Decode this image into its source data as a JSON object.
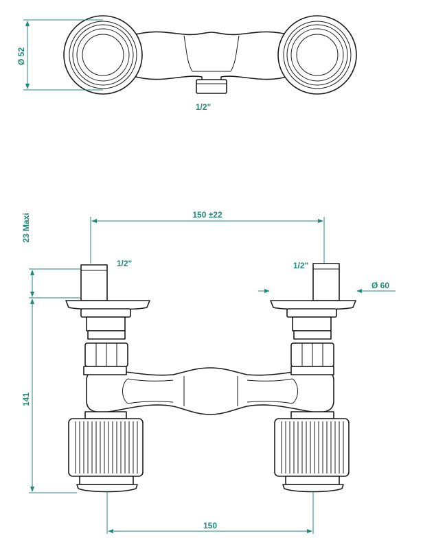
{
  "top_view": {
    "diameter_label": "Ø 52",
    "outlet_label": "1/2\""
  },
  "front_view": {
    "height_label": "23 Maxi",
    "center_distance_label": "150 ±22",
    "inlet_left_label": "1/2\"",
    "inlet_right_label": "1/2\"",
    "flange_diameter_label": "Ø 60",
    "overall_height_label": "141",
    "base_distance_label": "150"
  },
  "colors": {
    "dimension": "#1f8a7a",
    "outline": "#1a1a1a"
  }
}
